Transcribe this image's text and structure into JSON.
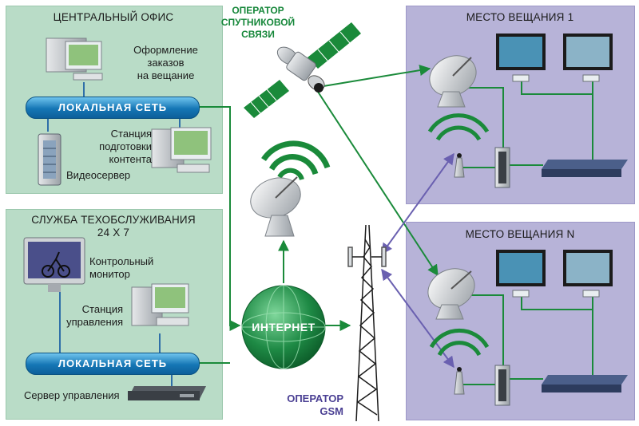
{
  "central_office": {
    "title": "ЦЕНТРАЛЬНЫЙ ОФИС",
    "order_station": [
      "Оформление",
      "заказов",
      "на вещание"
    ],
    "lan": "ЛОКАЛЬНАЯ СЕТЬ",
    "prep_station": [
      "Станция",
      "подготовки",
      "контента"
    ],
    "video_server": "Видеосервер"
  },
  "maintenance": {
    "title": [
      "СЛУЖБА ТЕХОБСЛУЖИВАНИЯ",
      "24 X 7"
    ],
    "control_monitor": [
      "Контрольный",
      "монитор"
    ],
    "control_station": [
      "Станция",
      "управления"
    ],
    "lan": "ЛОКАЛЬНАЯ СЕТЬ",
    "control_server": "Сервер управления"
  },
  "satellite_operator": [
    "ОПЕРАТОР",
    "СПУТНИКОВОЙ",
    "СВЯЗИ"
  ],
  "internet": "ИНТЕРНЕТ",
  "gsm_operator": [
    "ОПЕРАТОР",
    "GSM"
  ],
  "site1": {
    "title": "МЕСТО ВЕЩАНИЯ 1"
  },
  "siteN": {
    "title": "МЕСТО ВЕЩАНИЯ N"
  },
  "colors": {
    "green_panel": "#b9dcc7",
    "purple_panel": "#b7b3d8",
    "green_link": "#1a8a3a",
    "purple_link": "#6a60b0",
    "lan_blue": "#1576b5"
  }
}
